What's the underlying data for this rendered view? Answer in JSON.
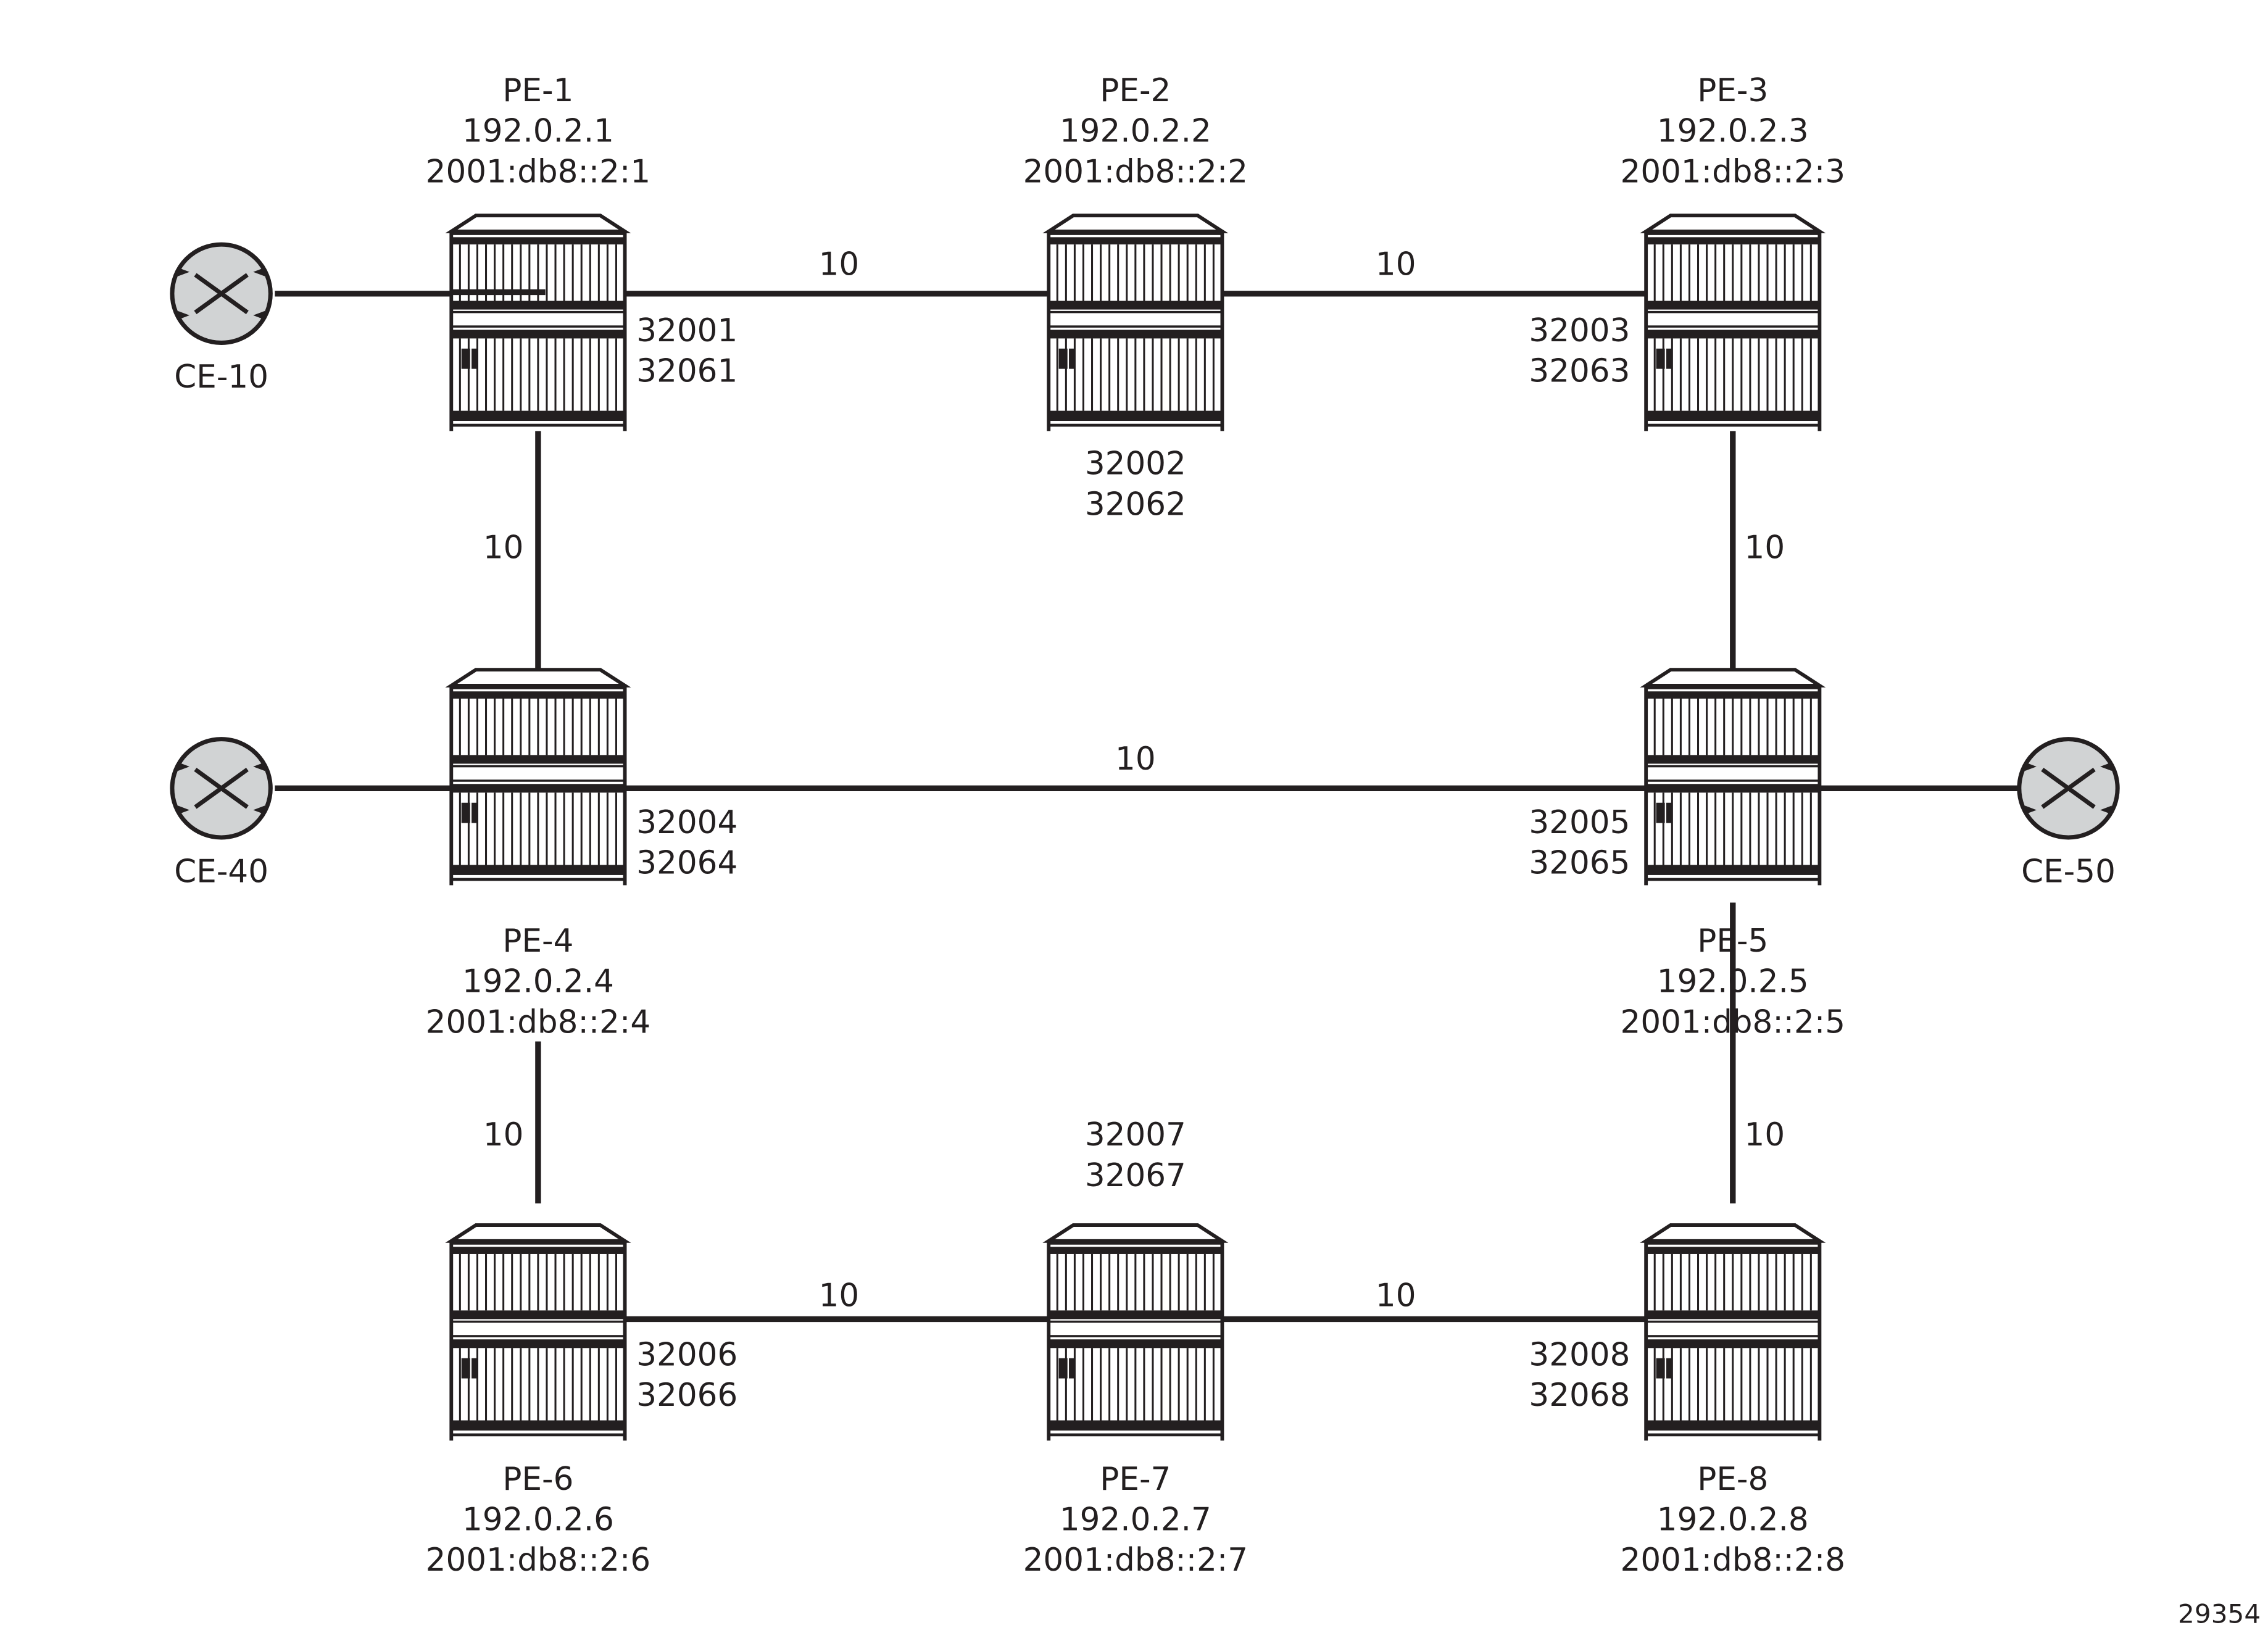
{
  "routers": [
    {
      "id": "PE-1",
      "name": "PE-1",
      "ipv4": "192.0.2.1",
      "ipv6": "2001:db8::2:1",
      "sids": [
        "32001",
        "32061"
      ]
    },
    {
      "id": "PE-2",
      "name": "PE-2",
      "ipv4": "192.0.2.2",
      "ipv6": "2001:db8::2:2",
      "sids": [
        "32002",
        "32062"
      ]
    },
    {
      "id": "PE-3",
      "name": "PE-3",
      "ipv4": "192.0.2.3",
      "ipv6": "2001:db8::2:3",
      "sids": [
        "32003",
        "32063"
      ]
    },
    {
      "id": "PE-4",
      "name": "PE-4",
      "ipv4": "192.0.2.4",
      "ipv6": "2001:db8::2:4",
      "sids": [
        "32004",
        "32064"
      ]
    },
    {
      "id": "PE-5",
      "name": "PE-5",
      "ipv4": "192.0.2.5",
      "ipv6": "2001:db8::2:5",
      "sids": [
        "32005",
        "32065"
      ]
    },
    {
      "id": "PE-6",
      "name": "PE-6",
      "ipv4": "192.0.2.6",
      "ipv6": "2001:db8::2:6",
      "sids": [
        "32006",
        "32066"
      ]
    },
    {
      "id": "PE-7",
      "name": "PE-7",
      "ipv4": "192.0.2.7",
      "ipv6": "2001:db8::2:7",
      "sids": [
        "32007",
        "32067"
      ]
    },
    {
      "id": "PE-8",
      "name": "PE-8",
      "ipv4": "192.0.2.8",
      "ipv6": "2001:db8::2:8",
      "sids": [
        "32008",
        "32068"
      ]
    }
  ],
  "ces": [
    {
      "id": "CE-10",
      "name": "CE-10"
    },
    {
      "id": "CE-40",
      "name": "CE-40"
    },
    {
      "id": "CE-50",
      "name": "CE-50"
    }
  ],
  "links": [
    {
      "from": "PE-1",
      "to": "PE-2",
      "metric": "10"
    },
    {
      "from": "PE-2",
      "to": "PE-3",
      "metric": "10"
    },
    {
      "from": "PE-1",
      "to": "PE-4",
      "metric": "10"
    },
    {
      "from": "PE-3",
      "to": "PE-5",
      "metric": "10"
    },
    {
      "from": "PE-4",
      "to": "PE-5",
      "metric": "10"
    },
    {
      "from": "PE-4",
      "to": "PE-6",
      "metric": "10"
    },
    {
      "from": "PE-5",
      "to": "PE-8",
      "metric": "10"
    },
    {
      "from": "PE-6",
      "to": "PE-7",
      "metric": "10"
    },
    {
      "from": "PE-7",
      "to": "PE-8",
      "metric": "10"
    },
    {
      "from": "CE-10",
      "to": "PE-1",
      "metric": ""
    },
    {
      "from": "CE-40",
      "to": "PE-4",
      "metric": ""
    },
    {
      "from": "CE-50",
      "to": "PE-5",
      "metric": ""
    }
  ],
  "figure_id": "29354",
  "colors": {
    "line": "#231f20",
    "ce_fill": "#d1d3d4"
  }
}
